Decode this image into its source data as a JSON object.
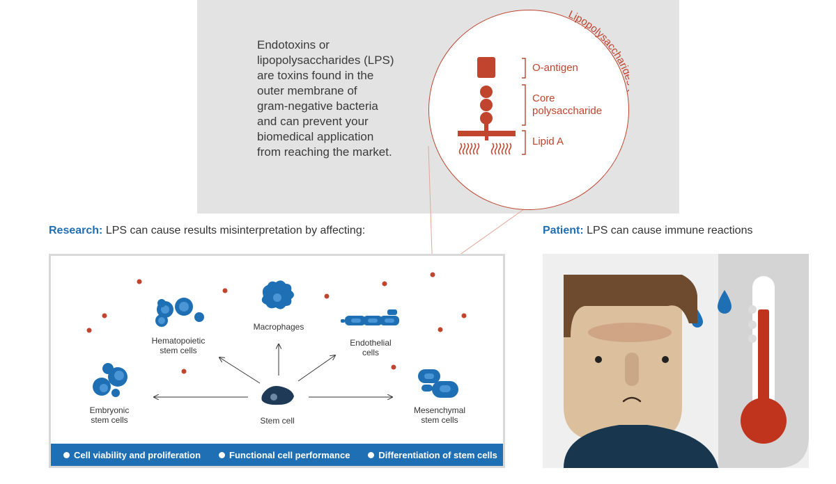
{
  "intro": {
    "lines": [
      "Endotoxins or",
      "lipopolysaccharides (LPS)",
      "are toxins found in the",
      "outer membrane of",
      "gram-negative bacteria",
      "and can prevent your",
      "biomedical application",
      "from reaching the market."
    ]
  },
  "lps": {
    "arc_title": "Lipopolysaccharides (LPS)",
    "o_antigen": "O-antigen",
    "core_line1": "Core",
    "core_line2": "polysaccharide",
    "lipid_a": "Lipid A"
  },
  "research": {
    "heading_bold": "Research:",
    "heading_text": " LPS can cause results misinterpretation by affecting:",
    "cells": {
      "hematopoietic_1": "Hematopoietic",
      "hematopoietic_2": "stem cells",
      "macrophages": "Macrophages",
      "endothelial_1": "Endothelial",
      "endothelial_2": "cells",
      "embryonic_1": "Embryonic",
      "embryonic_2": "stem cells",
      "stem_cell": "Stem cell",
      "mesenchymal_1": "Mesenchymal",
      "mesenchymal_2": "stem cells"
    },
    "bar_items": [
      "Cell viability and proliferation",
      "Functional cell performance",
      "Differentiation of stem cells"
    ]
  },
  "patient": {
    "heading_bold": "Patient:",
    "heading_text": " LPS can cause immune reactions"
  },
  "colors": {
    "accent_blue": "#1f6fb4",
    "lps_red": "#c0442e",
    "panel_gray": "#e3e3e3"
  }
}
